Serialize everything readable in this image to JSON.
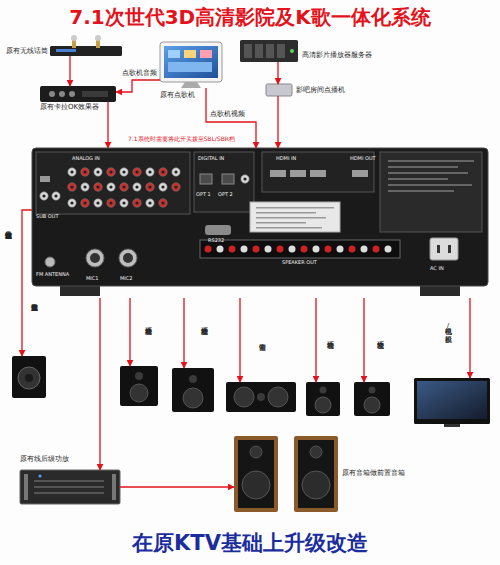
{
  "diagram": {
    "title": "7.1次世代3D高清影院及K歌一体化系统",
    "caption": "在原KTV基础上升级改造",
    "nodes": [
      {
        "text": [
          "原有无线话筒"
        ]
      },
      {
        "text": [
          "原有卡拉OK效果器"
        ]
      },
      {
        "text": [
          "原有点歌机"
        ]
      },
      {
        "text": [
          "高清影片播放器服务器"
        ]
      },
      {
        "text": [
          "影吧房间点播机"
        ]
      },
      {
        "text": [
          "SUB OUT",
          "ANALOG IN",
          "DIGITAL IN",
          "OPT 1",
          "OPT 2",
          "HDMI IN",
          "HDMI OUT",
          "RS232",
          "FM ANTENNA",
          "MIC1",
          "MIC2",
          "SPEAKER OUT",
          "AC IN"
        ]
      },
      {
        "text": [
          "接超重低音音箱"
        ]
      },
      {
        "text": [
          "右后环绕音箱"
        ]
      },
      {
        "text": [
          "左后环绕音箱"
        ]
      },
      {
        "text": [
          "中置音箱"
        ]
      },
      {
        "text": [
          "右环绕音箱"
        ]
      },
      {
        "text": [
          "左环绕音箱"
        ]
      },
      {
        "text": [
          "电视机/投影机"
        ]
      },
      {
        "text": [
          "原有线后级功放"
        ]
      },
      {
        "text": [
          "原有音箱做前置音箱"
        ]
      }
    ],
    "edges": [
      {
        "from": 0,
        "to": 1,
        "arrow": "to"
      },
      {
        "from": 2,
        "to": 1,
        "label": "点歌机音频",
        "arrow": "to"
      },
      {
        "from": 2,
        "to": 5,
        "label": "点歌机视频",
        "arrow": "to"
      },
      {
        "from": 1,
        "to": 5,
        "arrow": "to"
      },
      {
        "from": 3,
        "to": 4,
        "arrow": "to"
      },
      {
        "from": 4,
        "to": 5,
        "arrow": "to"
      },
      {
        "from": 5,
        "to": 6,
        "label": "超重低音音箱信号输出",
        "arrow": "to"
      },
      {
        "from": 5,
        "to": 7,
        "arrow": "to"
      },
      {
        "from": 5,
        "to": 8,
        "arrow": "to"
      },
      {
        "from": 5,
        "to": 9,
        "arrow": "to"
      },
      {
        "from": 5,
        "to": 10,
        "arrow": "to"
      },
      {
        "from": 5,
        "to": 11,
        "arrow": "to"
      },
      {
        "from": 5,
        "to": 12,
        "arrow": "to"
      },
      {
        "from": 5,
        "to": 13,
        "arrow": "to"
      },
      {
        "from": 13,
        "to": 14,
        "arrow": "to"
      }
    ],
    "labels": [
      "7.1系统时需要将此开关拨至SBL/SBR档"
    ]
  }
}
